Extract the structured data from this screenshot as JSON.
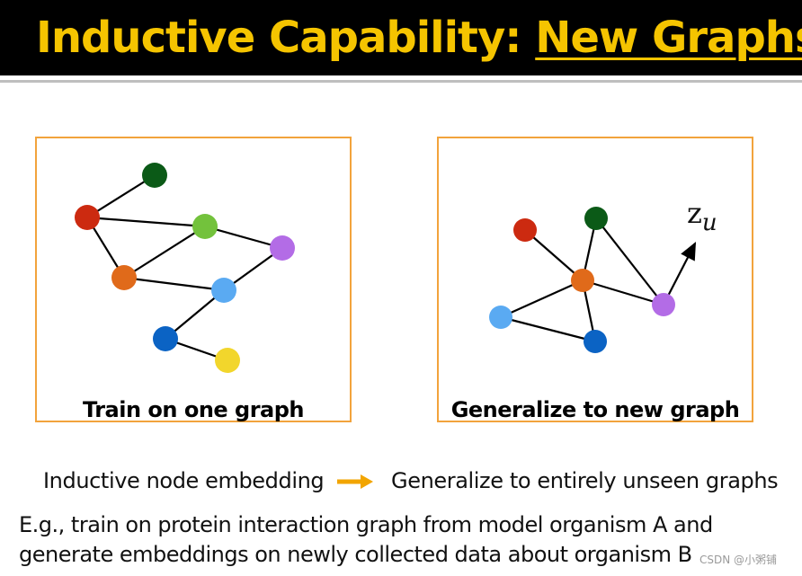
{
  "header": {
    "title_prefix": "Inductive Capability: ",
    "title_underlined": "New Graphs",
    "title_color": "#f5c400",
    "background": "#000000"
  },
  "panels": {
    "left": {
      "caption": "Train on one graph",
      "border_color": "#f2a33c"
    },
    "right": {
      "caption": "Generalize to new graph",
      "border_color": "#f2a33c",
      "node_label": "z",
      "node_label_sub": "u"
    }
  },
  "node_colors": {
    "dark_green": "#0b5a17",
    "red": "#cc2a10",
    "light_green": "#73c23c",
    "purple": "#b36ce6",
    "orange": "#e06a1a",
    "light_blue": "#5aaaf2",
    "blue": "#0b63c4",
    "yellow": "#f2d62c"
  },
  "summary": {
    "left": "Inductive node embedding",
    "arrow_color": "#f2a500",
    "right": "Generalize to entirely unseen graphs"
  },
  "example": "E.g., train on protein interaction graph from model organism A and generate embeddings on newly collected data about organism B",
  "watermark": "CSDN @小粥铺"
}
